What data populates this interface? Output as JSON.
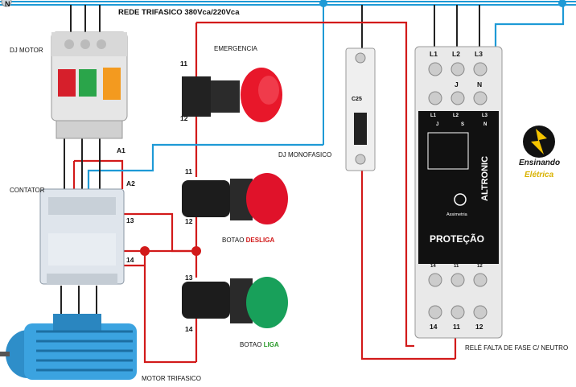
{
  "title": "REDE TRIFASICO 380Vca/220Vca",
  "neutral_label": "N",
  "components": {
    "dj_motor": "DJ MOTOR",
    "contator": "CONTATOR",
    "emergencia": "EMERGENCIA",
    "botao_desliga_prefix": "BOTAO",
    "botao_desliga_word": "DESLIGA",
    "botao_liga_prefix": "BOTAO",
    "botao_liga_word": "LIGA",
    "dj_monofasico": "DJ MONOFASICO",
    "motor_trifasico": "MOTOR TRIFASICO",
    "rele": "RELÉ FALTA DE FASE C/ NEUTRO"
  },
  "terminals": {
    "a1": "A1",
    "a2": "A2",
    "t13": "13",
    "t14": "14",
    "em11": "11",
    "em12": "12",
    "d11": "11",
    "d12": "12",
    "l13": "13",
    "l14": "14"
  },
  "relay": {
    "brand": "ALTRONIC",
    "label": "PROTEÇÃO",
    "subtitle": "Assimetria",
    "top_terms": [
      "L1",
      "L2",
      "L3"
    ],
    "mid_terms": [
      "J",
      "N"
    ],
    "bottom_terms": [
      "14",
      "11",
      "12"
    ],
    "panel_top": [
      "L1",
      "L2",
      "L3"
    ],
    "panel_mid": [
      "J",
      "S",
      "N"
    ],
    "panel_bottom": [
      "14",
      "11",
      "12"
    ]
  },
  "breaker_mono": {
    "label": "C25"
  },
  "logo": {
    "line1": "Ensinando",
    "line2": "Elétrica"
  },
  "colors": {
    "phase": "#1e9ad6",
    "control": "#d21a1a",
    "neutral": "#1e9ad6"
  }
}
